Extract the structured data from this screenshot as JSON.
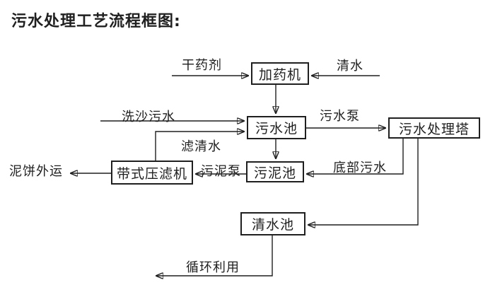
{
  "title": "污水处理工艺流程框图:",
  "diagram": {
    "nodes": {
      "dosing_machine": "加药机",
      "sewage_pool": "污水池",
      "treatment_tower": "污水处理塔",
      "sludge_pool": "污泥池",
      "belt_filter_press": "带式压滤机",
      "clean_water_pool": "清水池"
    },
    "edge_labels": {
      "dry_chemical": "干药剂",
      "clean_water": "清水",
      "sand_washing_sewage": "洗沙污水",
      "sewage_pump": "污水泵",
      "filtered_water": "滤清水",
      "sludge_pump": "污泥泵",
      "bottom_sewage": "底部污水",
      "mud_cake_transport": "泥饼外运",
      "recycling": "循环利用"
    },
    "line_color": "#1f1f1f",
    "background_color": "#ffffff"
  }
}
